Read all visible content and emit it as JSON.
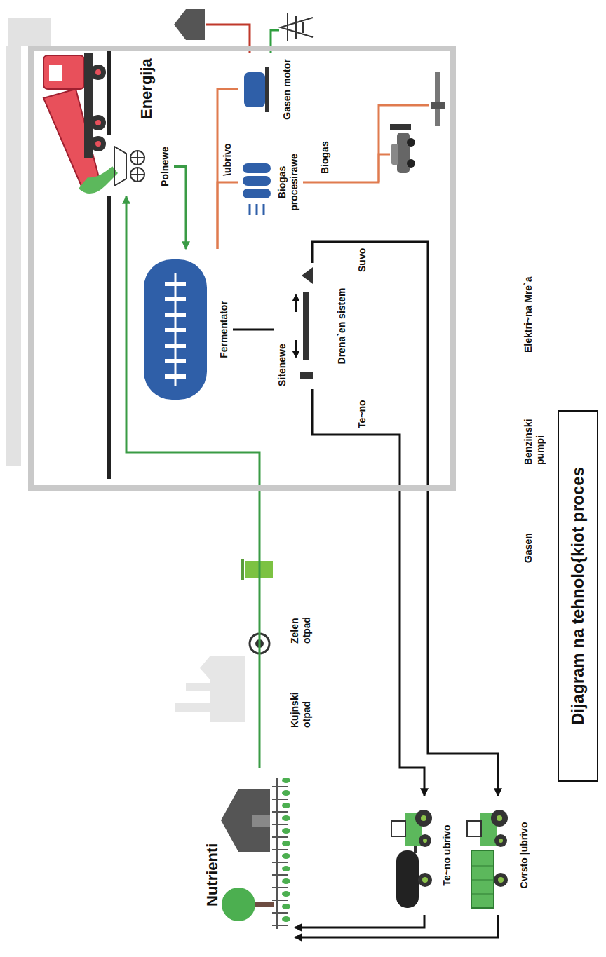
{
  "diagram": {
    "title": "Dijagram na tehnolo{kiot proces",
    "nodes": [
      {
        "text": [
          "Energija"
        ]
      },
      {
        "text": [
          "Polnewe"
        ],
        "in": 0
      },
      {
        "text": [
          "Fermentator"
        ],
        "in": 0
      },
      {
        "text": [
          "Biogas procesirawe"
        ],
        "in": 0
      },
      {
        "text": [
          "Gasen motor"
        ],
        "in": 0
      },
      {
        "text": [
          "Sitenewe",
          "Drena`en sistem"
        ],
        "in": 0
      },
      {
        "text": [
          "Nutrienti"
        ]
      },
      {
        "text": [
          "Te~no ubrivo"
        ]
      },
      {
        "text": [
          "Cvrsto |ubrivo"
        ]
      }
    ],
    "edges": [
      {
        "from": 6,
        "to": 1,
        "arrow": "to"
      },
      {
        "from": 1,
        "to": 2,
        "arrow": "to"
      },
      {
        "from": 2,
        "to": 3,
        "arrow": "none"
      },
      {
        "from": 2,
        "to": 4,
        "arrow": "none"
      },
      {
        "from": 2,
        "to": 5,
        "arrow": "none"
      },
      {
        "from": 5,
        "to": 7,
        "arrow": "to"
      },
      {
        "from": 5,
        "to": 8,
        "arrow": "to"
      },
      {
        "from": 7,
        "to": 6,
        "arrow": "to"
      },
      {
        "from": 8,
        "to": 6,
        "arrow": "to"
      }
    ],
    "labels": [
      "Te~no",
      "Suvo",
      "\\ubrivo",
      "Biogas",
      "Kujnski otpad",
      "Zelen otpad",
      "Gasen",
      "Benzinski pumpi",
      "Elektri~na Mre`a"
    ]
  }
}
